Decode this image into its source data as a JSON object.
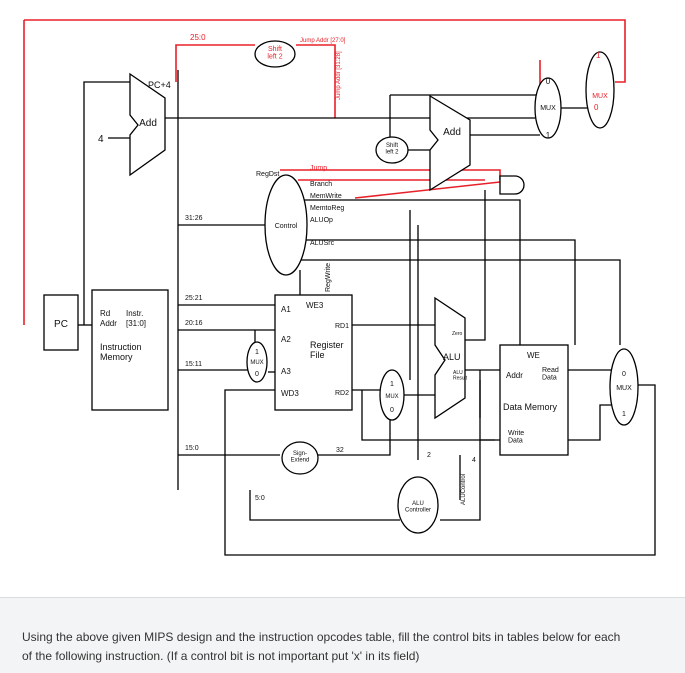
{
  "diagram": {
    "pc": "PC",
    "pc_plus4": "PC+4",
    "four": "4",
    "add1": "Add",
    "add2": "Add",
    "shift_left2_top": "Shift\nleft 2",
    "shift_left2_mid": "Shift\nleft 2",
    "jump_addr_label": "Jump Addr [27:0]",
    "jump_addr_vertical": "Jump Addr [31:28]",
    "bits_25_0": "25:0",
    "bits_31_26": "31:26",
    "bits_25_21": "25:21",
    "bits_20_16": "20:16",
    "bits_15_11": "15:11",
    "bits_15_0": "15:0",
    "bits_5_0": "5:0",
    "control": "Control",
    "ctrl_signals": [
      "RegDst",
      "Jump",
      "Branch",
      "MemWrite",
      "MemtoReg",
      "ALUOp",
      "ALUSrc",
      "RegWrite"
    ],
    "imem_rd": "Rd",
    "imem_addr": "Addr",
    "imem_instr": "Instr.",
    "imem_instr_bits": "[31:0]",
    "imem_title": "Instruction\nMemory",
    "regfile_ports": [
      "A1",
      "A2",
      "A3",
      "WD3",
      "RD1",
      "RD2",
      "WE3"
    ],
    "regfile_title": "Register\nFile",
    "sign_extend": "Sign-\nExtend",
    "sign_bits": "32",
    "alu": "ALU",
    "alu_zero": "Zero",
    "alu_result": "ALU\nResult",
    "alu_control": "ALU\nController",
    "alu_control_vertical": "ALUControl",
    "alu_ctrl_bits_a": "2",
    "alu_ctrl_bits_b": "4",
    "dmem_we": "WE",
    "dmem_addr": "Addr",
    "dmem_read": "Read\nData",
    "dmem_title": "Data Memory",
    "dmem_write": "Write\nData",
    "mux": "MUX",
    "mux_zero": "0",
    "mux_one": "1"
  },
  "colors": {
    "control_wire": "#e8202a",
    "wire": "#000000",
    "background": "#ffffff",
    "caption_bg": "#f3f4f5"
  },
  "caption": "Using the above given MIPS design and the instruction opcodes table, fill the control bits in tables below for each of the following instruction. (If a control bit is not important put 'x' in its field)"
}
